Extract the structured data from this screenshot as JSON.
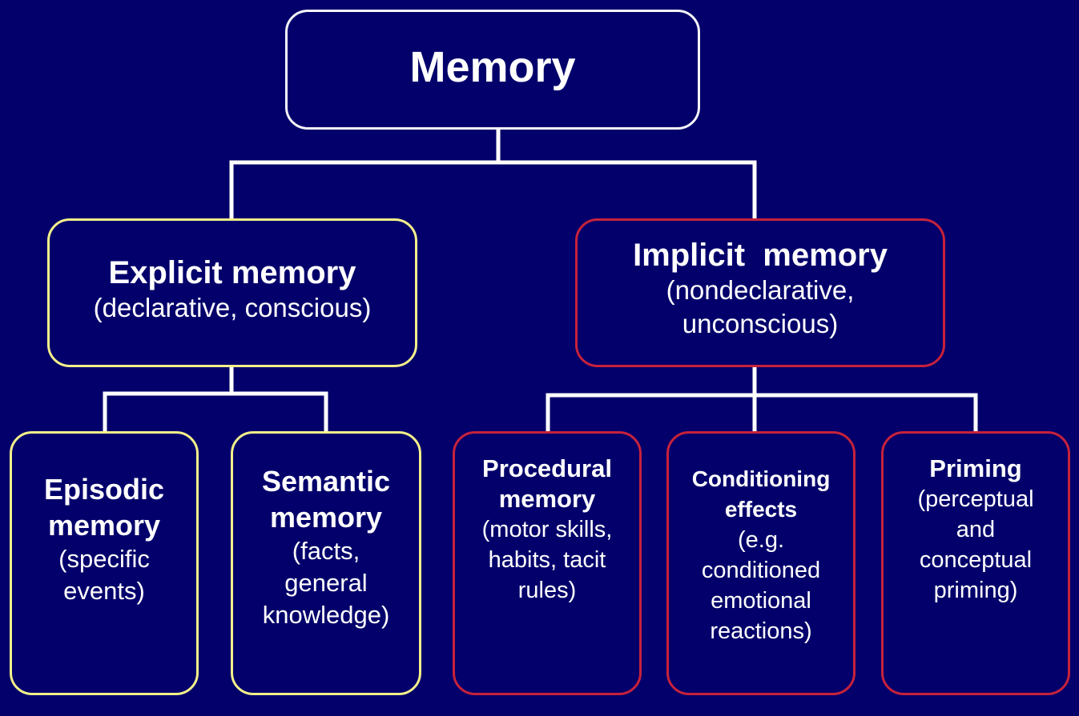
{
  "diagram": {
    "background_color": "#03006b",
    "line_color": "#ffffff",
    "border_colors": {
      "root": "#f4f4f8",
      "explicit_branch": "#f3f08a",
      "implicit_branch": "#c7223b"
    },
    "root": {
      "title": "Memory"
    },
    "explicit": {
      "title": "Explicit memory",
      "subtitle": "(declarative, conscious)"
    },
    "implicit": {
      "title": "Implicit  memory",
      "subtitle_lines": [
        "(nondeclarative,",
        "unconscious)"
      ]
    },
    "episodic": {
      "title_lines": [
        "Episodic",
        "memory"
      ],
      "subtitle_lines": [
        "(specific",
        "events)"
      ]
    },
    "semantic": {
      "title_lines": [
        "Semantic",
        "memory"
      ],
      "subtitle_lines": [
        "(facts,",
        "general",
        "knowledge)"
      ]
    },
    "procedural": {
      "title_lines": [
        "Procedural",
        "memory"
      ],
      "subtitle_lines": [
        "(motor skills,",
        "habits, tacit",
        "rules)"
      ]
    },
    "conditioning": {
      "title_lines": [
        "Conditioning",
        "effects"
      ],
      "subtitle_lines": [
        "(e.g.",
        "conditioned",
        "emotional",
        "reactions)"
      ]
    },
    "priming": {
      "title_lines": [
        "Priming"
      ],
      "subtitle_lines": [
        "(perceptual",
        "and",
        "conceptual",
        "priming)"
      ]
    }
  }
}
